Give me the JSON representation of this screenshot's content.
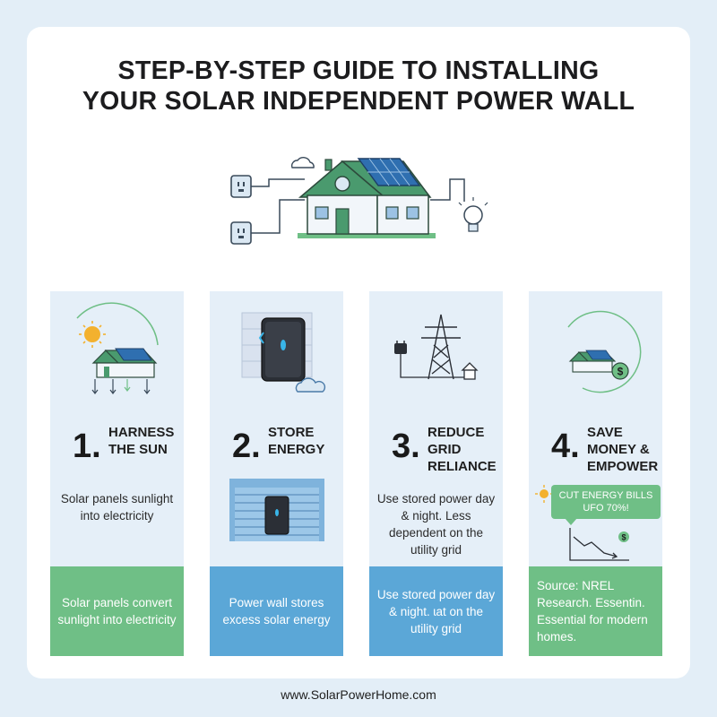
{
  "title": {
    "line1": "STEP-BY-STEP GUIDE TO INSTALLING",
    "line2": "YOUR SOLAR INDEPENDENT POWER WALL"
  },
  "steps": [
    {
      "number": "1.",
      "heading": "HARNESS THE SUN",
      "body": "Solar panels sunlight into electricity",
      "band": "Solar panels convert sunlight into electricity",
      "band_color": "#6fbf86"
    },
    {
      "number": "2.",
      "heading": "STORE ENERGY",
      "band": "Power wall stores excess solar energy",
      "band_color": "#5ba7d7"
    },
    {
      "number": "3.",
      "heading": "REDUCE GRID RELIANCE",
      "body": "Use stored power day & night. Less dependent on the utility grid",
      "band": "Use stored power day & night. ɩat on the utility grid",
      "band_color": "#5ba7d7"
    },
    {
      "number": "4.",
      "heading": "SAVE MONEY & EMPOWER",
      "badge": "CUT ENERGY BILLS UFO 70%!",
      "band": "Source: NREL Research. Essentin. Essential for modern homes.",
      "band_color": "#6fbf86"
    }
  ],
  "footer": "www.SolarPowerHome.com",
  "colors": {
    "background": "#e3eef7",
    "card": "#ffffff",
    "column": "#e5eff8",
    "green": "#6fbf86",
    "blue": "#5ba7d7",
    "roof": "#4a9a6e",
    "panel": "#2f6fb0"
  },
  "icons": [
    "house-icon",
    "sun-icon",
    "solar-panel-icon",
    "outlet-icon",
    "light-bulb-icon",
    "cloud-icon",
    "power-wall-icon",
    "garage-icon",
    "transmission-tower-icon",
    "plug-icon",
    "dollar-icon",
    "down-trend-icon"
  ]
}
